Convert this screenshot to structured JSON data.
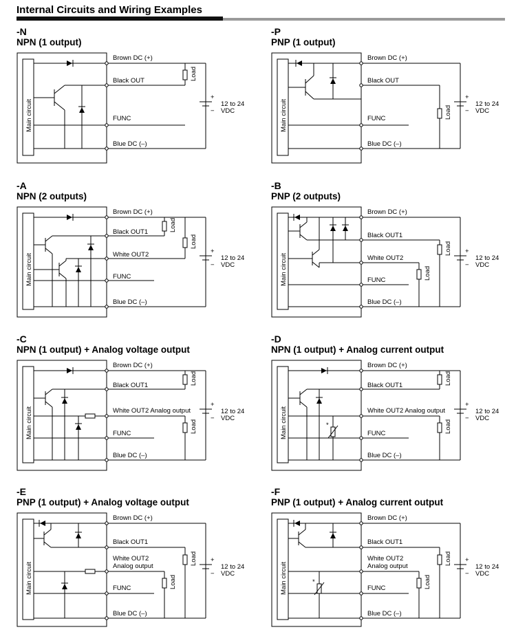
{
  "header": {
    "title": "Internal Circuits and Wiring Examples"
  },
  "diagrams": {
    "N": {
      "code": "-N",
      "title": "NPN (1 output)",
      "box": "Main circuit",
      "labels": [
        "Brown DC (+)",
        "Black OUT",
        "FUNC",
        "Blue DC (–)"
      ],
      "load": [
        "Load"
      ],
      "supply": [
        "12 to 24",
        "VDC"
      ]
    },
    "P": {
      "code": "-P",
      "title": "PNP (1 output)",
      "box": "Main circuit",
      "labels": [
        "Brown DC (+)",
        "Black OUT",
        "FUNC",
        "Blue DC (–)"
      ],
      "load": [
        "Load"
      ],
      "supply": [
        "12 to 24",
        "VDC"
      ]
    },
    "A": {
      "code": "-A",
      "title": "NPN (2 outputs)",
      "box": "Main circuit",
      "labels": [
        "Brown DC (+)",
        "Black OUT1",
        "White OUT2",
        "FUNC",
        "Blue DC (–)"
      ],
      "load": [
        "Load",
        "Load"
      ],
      "supply": [
        "12 to 24",
        "VDC"
      ]
    },
    "B": {
      "code": "-B",
      "title": "PNP (2 outputs)",
      "box": "Main circuit",
      "labels": [
        "Brown DC (+)",
        "Black OUT1",
        "White OUT2",
        "FUNC",
        "Blue DC (–)"
      ],
      "load": [
        "Load",
        "Load"
      ],
      "supply": [
        "12 to 24",
        "VDC"
      ]
    },
    "C": {
      "code": "-C",
      "title": "NPN (1 output) + Analog voltage output",
      "box": "Main circuit",
      "labels": [
        "Brown DC (+)",
        "Black OUT1",
        "White OUT2 Analog output",
        "FUNC",
        "Blue DC (–)"
      ],
      "load": [
        "Load",
        "Load"
      ],
      "supply": [
        "12 to 24",
        "VDC"
      ]
    },
    "D": {
      "code": "-D",
      "title": "NPN (1 output) + Analog current output",
      "box": "Main circuit",
      "labels": [
        "Brown DC (+)",
        "Black OUT1",
        "White OUT2 Analog output",
        "FUNC",
        "Blue DC (–)"
      ],
      "load": [
        "Load",
        "Load"
      ],
      "supply": [
        "12 to 24",
        "VDC"
      ],
      "mark": "*"
    },
    "E": {
      "code": "-E",
      "title": "PNP (1 output) + Analog voltage output",
      "box": "Main circuit",
      "labels": [
        "Brown DC (+)",
        "Black OUT1",
        "White OUT2",
        "Analog output",
        "FUNC",
        "Blue DC (–)"
      ],
      "load": [
        "Load",
        "Load"
      ],
      "supply": [
        "12 to 24",
        "VDC"
      ]
    },
    "F": {
      "code": "-F",
      "title": "PNP (1 output) + Analog current output",
      "box": "Main circuit",
      "labels": [
        "Brown DC (+)",
        "Black OUT1",
        "White OUT2",
        "Analog output",
        "FUNC",
        "Blue DC (–)"
      ],
      "load": [
        "Load",
        "Load"
      ],
      "supply": [
        "12 to 24",
        "VDC"
      ],
      "mark": "*"
    }
  }
}
